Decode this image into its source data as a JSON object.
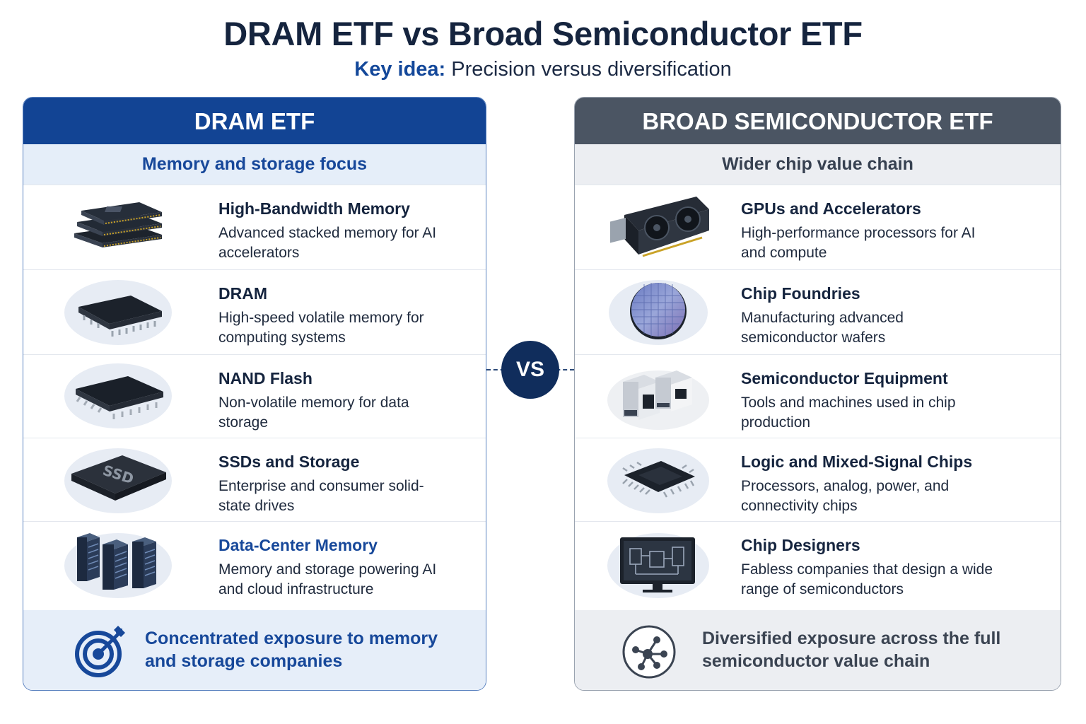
{
  "title": "DRAM ETF vs Broad Semiconductor ETF",
  "subtitle": {
    "key": "Key idea:",
    "text": "Precision versus diversification"
  },
  "vs_label": "VS",
  "colors": {
    "left_accent": "#124494",
    "right_accent": "#4b5563",
    "vs_badge": "#102d5c"
  },
  "left": {
    "header": "DRAM ETF",
    "subheader": "Memory and storage focus",
    "items": [
      {
        "title": "High-Bandwidth Memory",
        "desc": "Advanced stacked memory for AI accelerators",
        "icon": "memory-stack-icon"
      },
      {
        "title": "DRAM",
        "desc": "High-speed volatile memory for computing systems",
        "icon": "dram-chip-icon"
      },
      {
        "title": "NAND Flash",
        "desc": "Non-volatile memory for data storage",
        "icon": "nand-chip-icon"
      },
      {
        "title": "SSDs and Storage",
        "desc": "Enterprise and consumer solid-state drives",
        "icon": "ssd-icon",
        "icon_text": "SSD"
      },
      {
        "title": "Data-Center Memory",
        "desc": "Memory and storage powering AI and cloud infrastructure",
        "icon": "server-rack-icon"
      }
    ],
    "footer": "Concentrated exposure to memory and storage companies",
    "footer_icon": "target-icon"
  },
  "right": {
    "header": "BROAD SEMICONDUCTOR ETF",
    "subheader": "Wider chip value chain",
    "items": [
      {
        "title": "GPUs and Accelerators",
        "desc": "High-performance processors for AI and compute",
        "icon": "gpu-card-icon"
      },
      {
        "title": "Chip Foundries",
        "desc": "Manufacturing advanced semiconductor wafers",
        "icon": "wafer-icon"
      },
      {
        "title": "Semiconductor Equipment",
        "desc": "Tools and machines used in chip production",
        "icon": "fab-equipment-icon"
      },
      {
        "title": "Logic and Mixed-Signal Chips",
        "desc": "Processors, analog, power, and connectivity chips",
        "icon": "logic-chip-icon"
      },
      {
        "title": "Chip Designers",
        "desc": "Fabless companies that design a wide range of semiconductors",
        "icon": "design-monitor-icon"
      }
    ],
    "footer": "Diversified exposure across the full semiconductor value chain",
    "footer_icon": "network-icon"
  }
}
